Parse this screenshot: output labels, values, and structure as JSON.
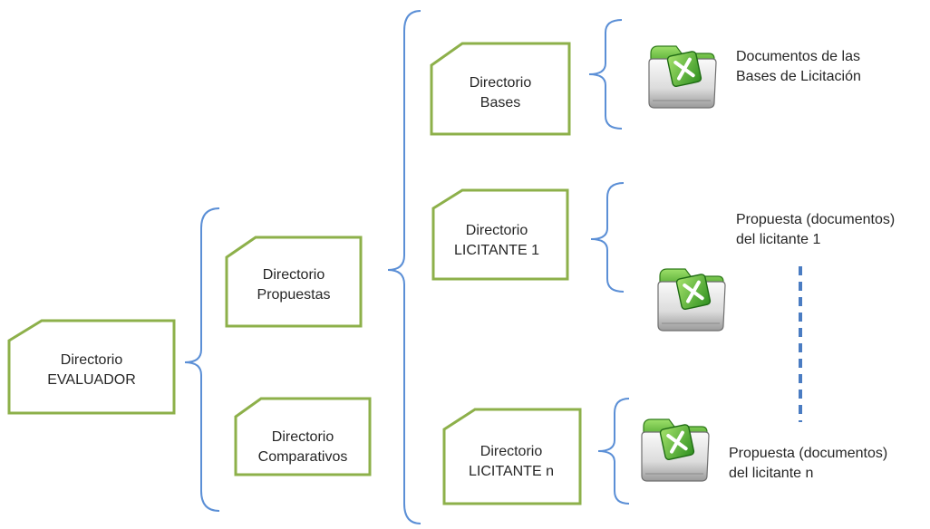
{
  "nodes": {
    "evaluador": {
      "line1": "Directorio",
      "line2": "EVALUADOR"
    },
    "propuestas": {
      "line1": "Directorio",
      "line2": "Propuestas"
    },
    "comparativos": {
      "line1": "Directorio",
      "line2": "Comparativos"
    },
    "bases": {
      "line1": "Directorio",
      "line2": "Bases"
    },
    "licitante1": {
      "line1": "Directorio",
      "line2": "LICITANTE 1"
    },
    "licitanten": {
      "line1": "Directorio",
      "line2": "LICITANTE n"
    }
  },
  "docs": {
    "bases": {
      "line1": "Documentos de las",
      "line2": "Bases de Licitación"
    },
    "licitante1": {
      "line1": "Propuesta (documentos)",
      "line2": "del licitante 1"
    },
    "licitanten": {
      "line1": "Propuesta (documentos)",
      "line2": "del licitante n"
    }
  },
  "icons": [
    "excel-folder-icon",
    "excel-folder-icon",
    "excel-folder-icon"
  ],
  "colors": {
    "box_border": "#8db04a",
    "brace": "#5b8fd6",
    "dashed": "#4a7cc2",
    "folder_green": "#5fb83a",
    "excel_green": "#2f9a2f"
  }
}
